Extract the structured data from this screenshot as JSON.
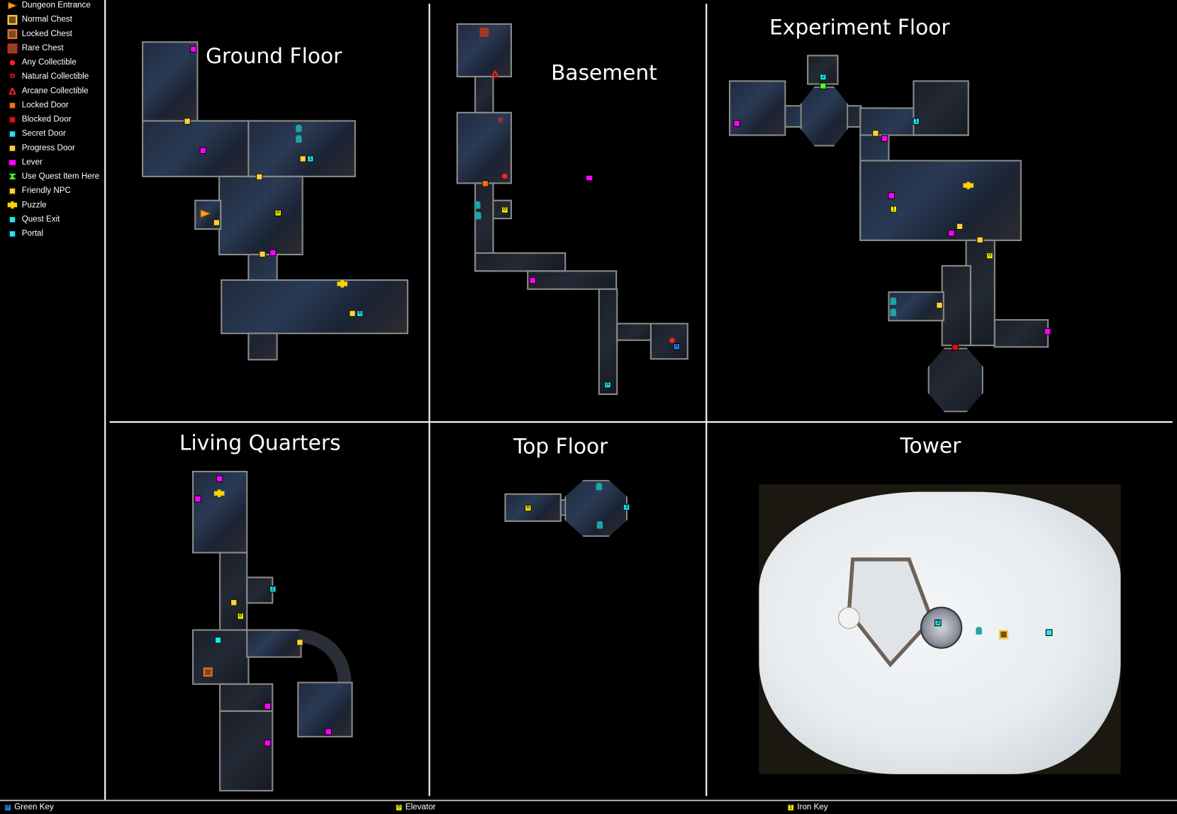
{
  "legend": {
    "items": [
      {
        "icon": "dungeon-entrance-icon",
        "label": "Dungeon Entrance",
        "color": "#f0a020"
      },
      {
        "icon": "normal-chest-icon",
        "label": "Normal Chest",
        "color": "#ffd23a"
      },
      {
        "icon": "locked-chest-icon",
        "label": "Locked Chest",
        "color": "#f07020"
      },
      {
        "icon": "rare-chest-icon",
        "label": "Rare Chest",
        "color": "#e02020"
      },
      {
        "icon": "any-collectible-icon",
        "label": "Any Collectible",
        "color": "#ff2020"
      },
      {
        "icon": "natural-collectible-icon",
        "label": "Natural Collectible",
        "color": "#ff2020"
      },
      {
        "icon": "arcane-collectible-icon",
        "label": "Arcane Collectible",
        "color": "#ff2020"
      },
      {
        "icon": "locked-door-icon",
        "label": "Locked Door",
        "color": "#f07020"
      },
      {
        "icon": "blocked-door-icon",
        "label": "Blocked Door",
        "color": "#e01010"
      },
      {
        "icon": "secret-door-icon",
        "label": "Secret Door",
        "color": "#22e6f0"
      },
      {
        "icon": "progress-door-icon",
        "label": "Progress Door",
        "color": "#ffd23a"
      },
      {
        "icon": "lever-icon",
        "label": "Lever",
        "color": "#ff00ff"
      },
      {
        "icon": "use-quest-item-icon",
        "label": "Use Quest Item Here",
        "color": "#4cff20"
      },
      {
        "icon": "friendly-npc-icon",
        "label": "Friendly NPC",
        "color": "#ffd23a"
      },
      {
        "icon": "puzzle-icon",
        "label": "Puzzle",
        "color": "#ffd200"
      },
      {
        "icon": "quest-exit-icon",
        "label": "Quest Exit",
        "color": "#22e6f0"
      },
      {
        "icon": "portal-icon",
        "label": "Portal",
        "color": "#22e6f0"
      }
    ]
  },
  "sections": {
    "ground_floor": {
      "title": "Ground Floor"
    },
    "basement": {
      "title": "Basement"
    },
    "experiment_floor": {
      "title": "Experiment Floor"
    },
    "living_quarters": {
      "title": "Living Quarters"
    },
    "top_floor": {
      "title": "Top Floor"
    },
    "tower": {
      "title": "Tower"
    }
  },
  "markers": {
    "elevator_0": "0",
    "iron_key_1": "1",
    "green_key_0": "0",
    "secret_1": "1",
    "secret_0": "0",
    "secret_2": "2",
    "secret_3": "3",
    "portal_2": "2"
  },
  "footer": {
    "keys": [
      {
        "icon": "green-key-icon",
        "glyph": "0",
        "label": "Green Key",
        "color": "#1e90ff"
      },
      {
        "icon": "elevator-icon",
        "glyph": "0",
        "label": "Elevator",
        "color": "#ffff00"
      },
      {
        "icon": "iron-key-icon",
        "glyph": "1",
        "label": "Iron Key",
        "color": "#ffff00"
      }
    ]
  },
  "colors": {
    "background": "#000000",
    "divider": "#ffffff",
    "wall": "#8a8a8a"
  }
}
